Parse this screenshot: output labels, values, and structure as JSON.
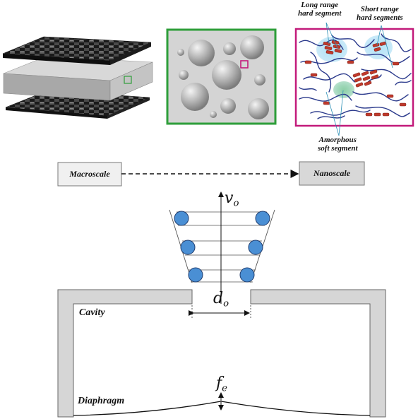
{
  "labels": {
    "long_range_line1": "Long range",
    "long_range_line2": "hard segment",
    "short_range_line1": "Short range",
    "short_range_line2": "hard segments",
    "amorphous_line1": "Amorphous",
    "amorphous_line2": "soft segment",
    "macroscale": "Macroscale",
    "nanoscale": "Nanoscale",
    "cavity": "Cavity",
    "diaphragm": "Diaphragm"
  },
  "symbols": {
    "velocity": "v",
    "velocity_sub": "o",
    "diameter": "d",
    "diameter_sub": "o",
    "force": "f",
    "force_sub": "e"
  },
  "colors": {
    "green_frame": "#2e9e3a",
    "magenta_frame": "#c21a7a",
    "soft_chain": "#2b3a8c",
    "hard_segment": "#c0392b",
    "domain_glow": "#9ed8f2",
    "droplet": "#4a8fd4",
    "wall_fill": "#d6d6d6",
    "box_fill": "#e8e8e8"
  }
}
